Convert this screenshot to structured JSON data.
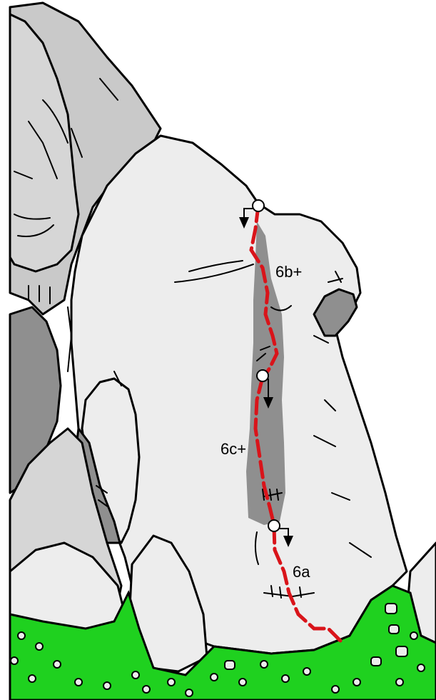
{
  "colors": {
    "rock_light": "#ededed",
    "rock_mid": "#c9c9c9",
    "rock_dark": "#8f8f8f",
    "grass": "#1fd11f",
    "route": "#d9141a",
    "outline": "#000000"
  },
  "route": {
    "pitches": [
      {
        "grade": "6a"
      },
      {
        "grade": "6c+"
      },
      {
        "grade": "6b+"
      }
    ],
    "anchors": [
      {
        "name": "belay-station-top",
        "icon": "rappel-arrow-icon"
      },
      {
        "name": "belay-station-middle",
        "icon": "rappel-arrow-icon"
      },
      {
        "name": "belay-station-low",
        "icon": "rappel-arrow-icon"
      }
    ]
  }
}
